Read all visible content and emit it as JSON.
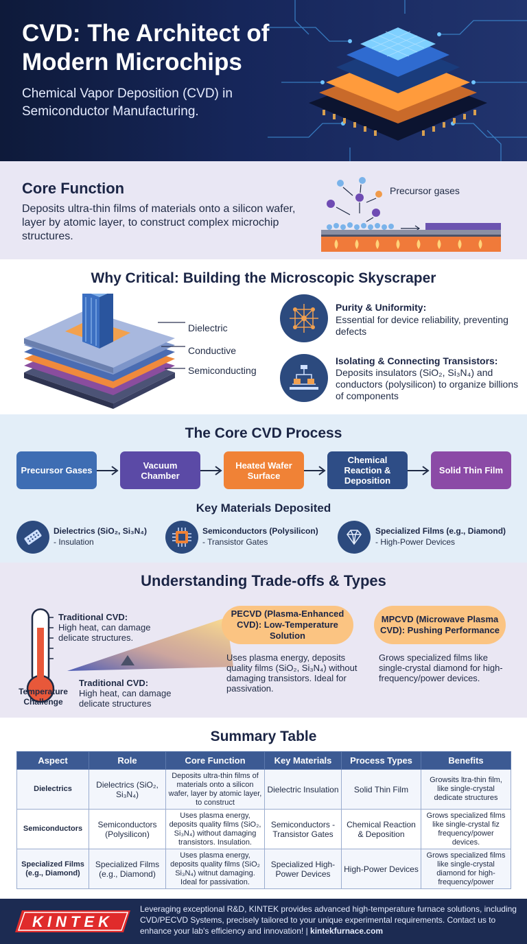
{
  "hero": {
    "title": "CVD: The Architect of Modern Microchips",
    "subtitle": "Chemical Vapor Deposition (CVD) in Semiconductor Manufacturing."
  },
  "core_function": {
    "heading": "Core Function",
    "text": "Deposits ultra-thin films of materials onto a silicon wafer, layer by atomic layer, to construct complex microchip structures.",
    "diagram_label": "Precursor gases"
  },
  "why": {
    "heading": "Why Critical: Building the Microscopic Skyscraper",
    "layers": [
      "Dielectric",
      "Conductive",
      "Semiconducting"
    ],
    "points": [
      {
        "title": "Purity & Uniformity:",
        "text": "Essential for device reliability, preventing defects",
        "icon": "lattice-icon"
      },
      {
        "title": "Isolating & Connecting Transistors:",
        "text": "Deposits insulators (SiO₂, Si₃N₄) and conductors (polysilicon) to organize billions of components",
        "icon": "circuit-icon"
      }
    ]
  },
  "process": {
    "heading": "The Core CVD Process",
    "steps": [
      {
        "label": "Precursor Gases",
        "color": "#3e6db3"
      },
      {
        "label": "Vacuum Chamber",
        "color": "#5b4aa6"
      },
      {
        "label": "Heated Wafer Surface",
        "color": "#f08236"
      },
      {
        "label": "Chemical Reaction & Deposition",
        "color": "#2e4d86"
      },
      {
        "label": "Solid Thin Film",
        "color": "#8b4aa6"
      }
    ],
    "materials_heading": "Key Materials Deposited",
    "materials": [
      {
        "title": "Dielectrics (SiO₂, Si₃N₄)",
        "desc": "- Insulation",
        "icon": "insulator-icon"
      },
      {
        "title": "Semiconductors (Polysilicon)",
        "desc": "- Transistor Gates",
        "icon": "chip-icon"
      },
      {
        "title": "Specialized Films (e.g., Diamond)",
        "desc": "- High-Power Devices",
        "icon": "diamond-icon"
      }
    ]
  },
  "tradeoffs": {
    "heading": "Understanding Trade-offs & Types",
    "thermo_label": "Temperature Challenge",
    "traditional_top_title": "Traditional CVD:",
    "traditional_top_text": "High heat, can damage delicate structures.",
    "traditional_bottom_title": "Traditional CVD:",
    "traditional_bottom_text": "High heat, can damage delicate structures",
    "pecvd_title": "PECVD (Plasma-Enhanced CVD): Low-Temperature Solution",
    "pecvd_text": "Uses plasma energy, deposits quality films (SiO₂, Si₃N₄) without damaging transistors. Ideal for passivation.",
    "mpcvd_title": "MPCVD (Microwave Plasma CVD): Pushing Performance",
    "mpcvd_text": "Grows specialized films like single-crystal diamond for high-frequency/power devices."
  },
  "summary": {
    "heading": "Summary Table",
    "columns": [
      "Aspect",
      "Role",
      "Core Function",
      "Key Materials",
      "Process Types",
      "Benefits"
    ],
    "rows": [
      [
        "Dielectrics",
        "Dielectrics (SiO₂, Si₃N₄)",
        "Deposits ultra-thin films of materials onto a silicon wafer, layer by atomic layer, to construct",
        "Dielectric Insulation",
        "Solid Thin Film",
        "Growsits ltra-thin film, like single-crystal dedicate structures"
      ],
      [
        "Semiconductors",
        "Semiconductors (Polysilicon)",
        "Uses plasma energy, deposits quality films (SiO₂, Si₃N₄) without damaging transistors. Insulation.",
        "Semiconductors - Transistor Gates",
        "Chemical Reaction & Deposition",
        "Grows specialized films like single-crystal fiz frequency/power devices."
      ],
      [
        "Specialized Films (e.g., Diamond)",
        "Specialized Films (e.g., Diamond)",
        "Uses plasma energy, deposits quality films (SiO₂ Si₃N₄) witnut damaging. Ideal for passivation.",
        "Specialized High-Power Devices",
        "High-Power Devices",
        "Grows specialized films like single-crystal diamond for high-frequency/power"
      ]
    ]
  },
  "footer": {
    "logo": "KINTEK",
    "text": "Leveraging exceptional R&D, KINTEK provides advanced high-temperature furnace solutions, including CVD/PECVD Systems, precisely tailored to your unique experimental requirements. Contact us to enhance your lab's efficiency and innovation! |",
    "url": "kintekfurnace.com"
  },
  "colors": {
    "navy": "#1c2b52",
    "accent_orange": "#f08236",
    "table_header": "#3c5a93"
  }
}
